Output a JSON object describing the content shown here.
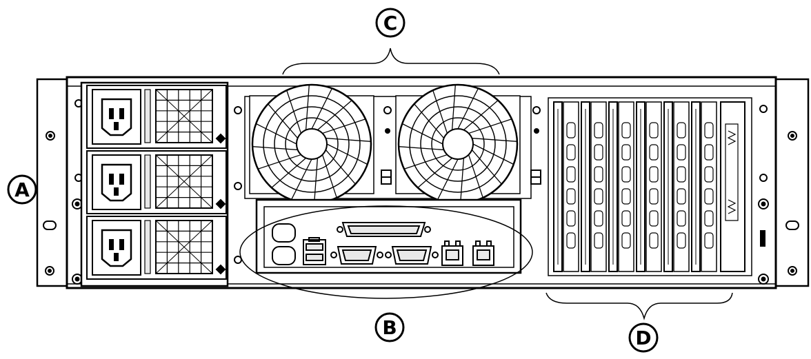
{
  "callouts": {
    "a": "A",
    "b": "B",
    "c": "C",
    "d": "D"
  },
  "power_supplies": [
    {
      "bay": 1
    },
    {
      "bay": 2
    },
    {
      "bay": 3
    }
  ],
  "fans": [
    {
      "fan": 1
    },
    {
      "fan": 2
    }
  ],
  "io_ports": [
    "usb",
    "usb",
    "vga",
    "serial",
    "serial",
    "lan",
    "lan",
    "ps2",
    "ps2"
  ],
  "expansion_slots": 6,
  "colors": {
    "line": "#000000",
    "fill": "#ffffff",
    "shade": "#e9e9e9"
  }
}
